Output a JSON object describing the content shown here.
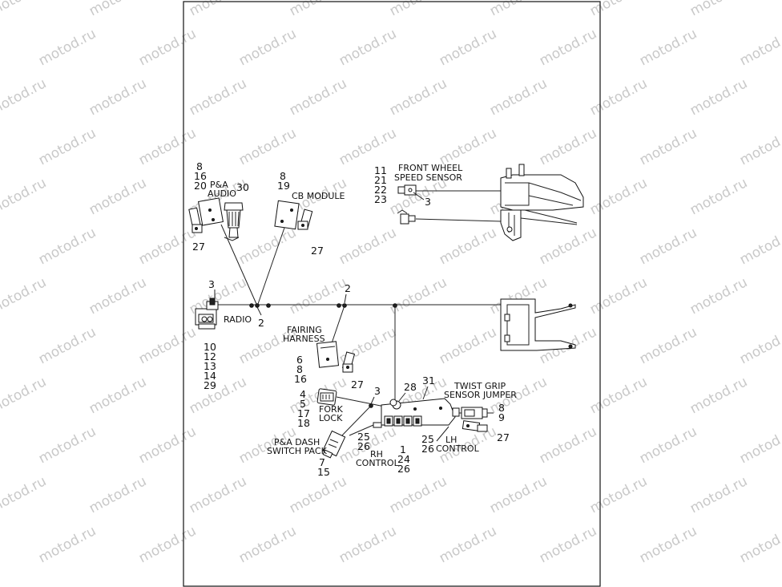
{
  "watermark": "motod.ru",
  "labels": {
    "front_wheel_1": "FRONT WHEEL",
    "front_wheel_2": "SPEED SENSOR",
    "pa_audio_1": "P&A",
    "pa_audio_2": "AUDIO",
    "cb_module": "CB MODULE",
    "radio": "RADIO",
    "fairing_1": "FAIRING",
    "fairing_2": "HARNESS",
    "fork_1": "FORK",
    "fork_2": "LOCK",
    "twist_1": "TWIST GRIP",
    "twist_2": "SENSOR JUMPER",
    "pa_dash_1": "P&A DASH",
    "pa_dash_2": "SWITCH PACK",
    "rh_1": "RH",
    "rh_2": "CONTROL",
    "lh_1": "LH",
    "lh_2": "CONTROL"
  },
  "callouts": {
    "fws": [
      "11",
      "21",
      "22",
      "23"
    ],
    "fws_3": "3",
    "audio_nums": [
      "8",
      "16",
      "20"
    ],
    "audio_30": "30",
    "audio_27": "27",
    "cb_nums": [
      "8",
      "19"
    ],
    "cb_27": "27",
    "radio_3": "3",
    "radio_2": "2",
    "mid_2": "2",
    "radio_nums": [
      "10",
      "12",
      "13",
      "14",
      "29"
    ],
    "fairing_nums": [
      "6",
      "8",
      "16"
    ],
    "fairing_27": "27",
    "fork_top": [
      "4",
      "5"
    ],
    "fork_bot": [
      "17",
      "18"
    ],
    "fork_3": "3",
    "c28": "28",
    "c31": "31",
    "dash_nums": [
      "7",
      "15"
    ],
    "rh_25_26": [
      "25",
      "26"
    ],
    "rh_1_24_26": [
      "1",
      "24",
      "26"
    ],
    "lh_25_26": [
      "25",
      "26"
    ],
    "twist_nums": [
      "8",
      "9"
    ],
    "twist_27": "27"
  }
}
